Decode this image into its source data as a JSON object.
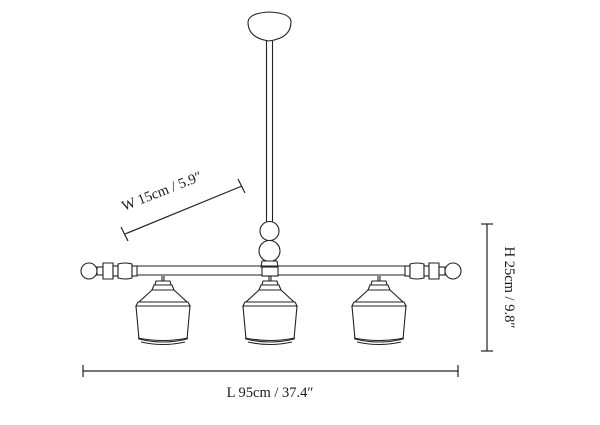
{
  "dimensions": {
    "width_label": "W 15cm / 5.9″",
    "length_label": "L 95cm / 37.4″",
    "height_label": "H 25cm / 9.8″"
  },
  "shade_count": 3
}
